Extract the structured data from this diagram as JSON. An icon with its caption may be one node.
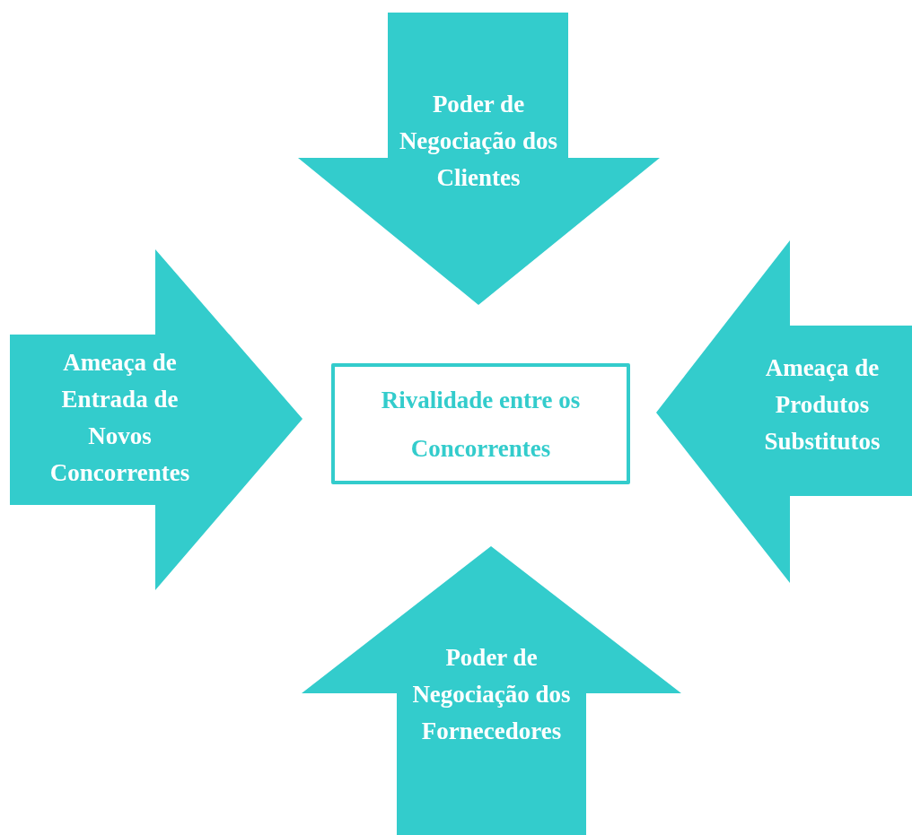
{
  "diagram": {
    "nodes": [
      {
        "text": [
          "Poder de Negociação dos Clientes"
        ]
      },
      {
        "text": [
          "Ameaça de Entrada de Novos Concorrentes"
        ]
      },
      {
        "text": [
          "Rivalidade entre os Concorrentes"
        ]
      },
      {
        "text": [
          "Ameaça de Produtos Substitutos"
        ]
      },
      {
        "text": [
          "Poder de Negociação dos Fornecedores"
        ]
      }
    ]
  }
}
